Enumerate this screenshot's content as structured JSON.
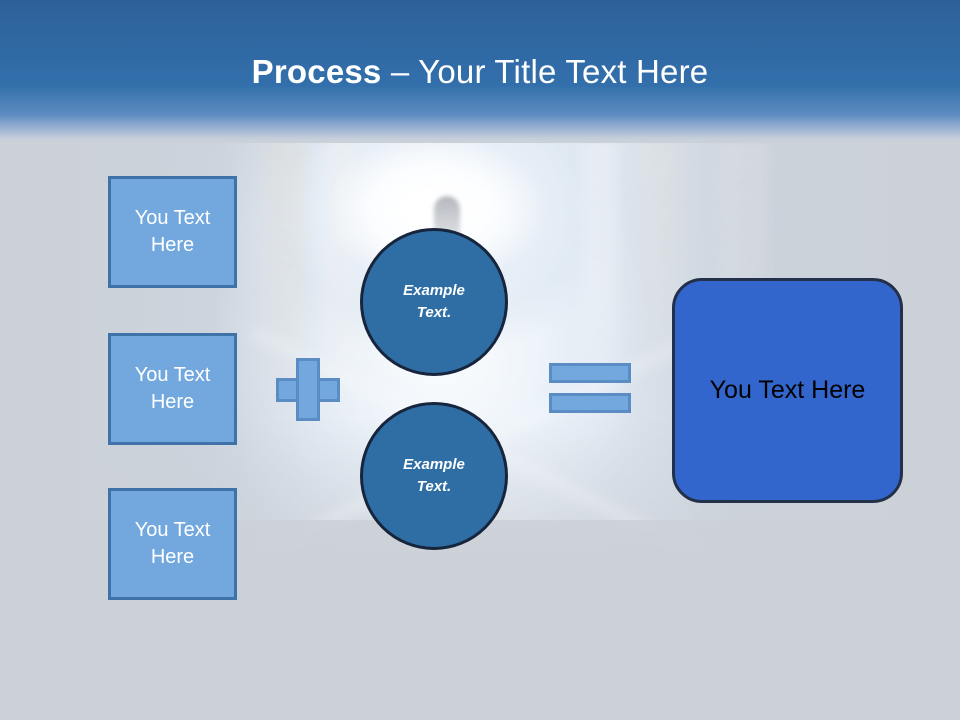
{
  "slide": {
    "title": {
      "strong": "Process",
      "rest": " – Your Title Text Here"
    },
    "header_color": "#2d6099",
    "background_color": "#ccd1d8",
    "background_image": "blurred-bright-corridor-with-figure"
  },
  "left_boxes": [
    {
      "label": "You Text Here",
      "fill": "#72a8de",
      "border": "#3f72a8",
      "text_color": "#ffffff"
    },
    {
      "label": "You Text Here",
      "fill": "#72a8de",
      "border": "#3f72a8",
      "text_color": "#ffffff"
    },
    {
      "label": "You Text Here",
      "fill": "#72a8de",
      "border": "#3f72a8",
      "text_color": "#ffffff"
    }
  ],
  "operators": {
    "plus": {
      "glyph": "plus-sign",
      "fill": "#72a8de",
      "border": "#5c8cc4"
    },
    "equals": {
      "glyph": "equals-sign",
      "fill": "#72a8de",
      "border": "#5c8cc4"
    }
  },
  "circles": [
    {
      "line1": "Example",
      "line2": "Text.",
      "fill": "#2f6ea5",
      "border": "#16253c",
      "text_color": "#ffffff"
    },
    {
      "line1": "Example",
      "line2": "Text.",
      "fill": "#2f6ea5",
      "border": "#16253c",
      "text_color": "#ffffff"
    }
  ],
  "result_box": {
    "label": "You Text Here",
    "fill": "#3366cc",
    "border": "#22304a",
    "text_color": "#000000"
  }
}
